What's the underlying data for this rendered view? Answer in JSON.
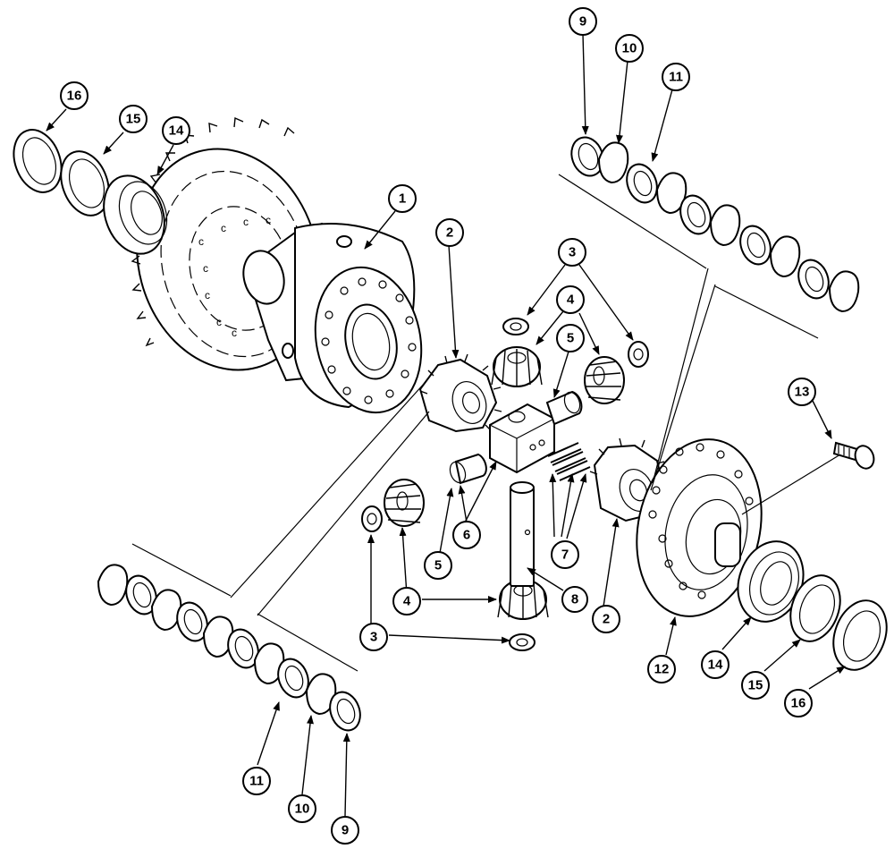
{
  "callouts": {
    "c1": "1",
    "c2a": "2",
    "c2b": "2",
    "c3a": "3",
    "c3b": "3",
    "c4a": "4",
    "c4b": "4",
    "c5a": "5",
    "c5b": "5",
    "c6": "6",
    "c7": "7",
    "c8": "8",
    "c9a": "9",
    "c9b": "9",
    "c10a": "10",
    "c10b": "10",
    "c11a": "11",
    "c11b": "11",
    "c12": "12",
    "c13": "13",
    "c14a": "14",
    "c14b": "14",
    "c15a": "15",
    "c15b": "15",
    "c16a": "16",
    "c16b": "16"
  }
}
